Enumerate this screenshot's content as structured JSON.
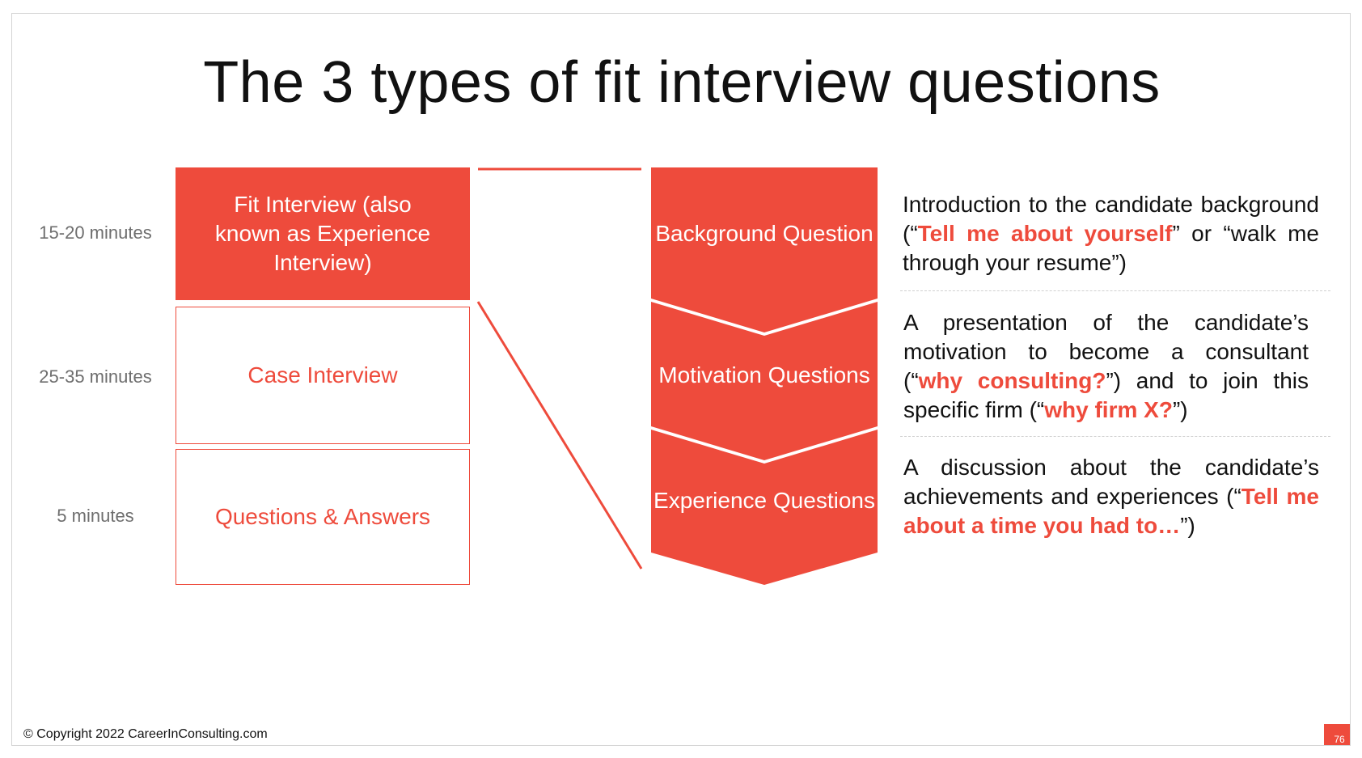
{
  "title": "The 3 types of fit interview questions",
  "colors": {
    "accent": "#ee4b3c",
    "text": "#111111",
    "muted": "#6e6e6e"
  },
  "stages": [
    {
      "duration": "15-20 minutes",
      "label": "Fit Interview (also known as Experience Interview)",
      "style": "filled"
    },
    {
      "duration": "25-35 minutes",
      "label": "Case Interview",
      "style": "outline"
    },
    {
      "duration": "5 minutes",
      "label": "Questions & Answers",
      "style": "outline"
    }
  ],
  "question_types": [
    {
      "label": "Background Question",
      "description": {
        "p1": "Introduction to the candidate background (“",
        "h1": "Tell me about yourself",
        "p2": "” or “walk me through your resume”)"
      }
    },
    {
      "label": "Motivation Questions",
      "description": {
        "p1": "A presentation of the candidate’s motivation to become a consultant (“",
        "h1": "why consulting?",
        "p2": "”) and to join this specific firm (“",
        "h2": "why firm X?",
        "p3": "”)"
      }
    },
    {
      "label": "Experience Questions",
      "description": {
        "p1": "A discussion about the candidate’s achievements and experiences (“",
        "h1": "Tell me about a time you had to…",
        "p2": "”)"
      }
    }
  ],
  "footer": {
    "copyright": "© Copyright 2022 CareerInConsulting.com",
    "page_number": "76"
  }
}
